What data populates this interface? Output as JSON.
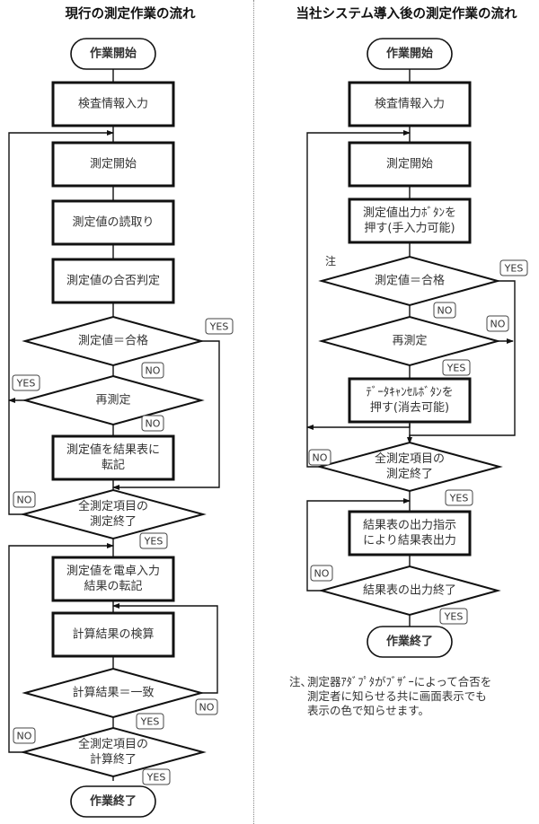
{
  "titles": {
    "left": "現行の測定作業の流れ",
    "right": "当社システム導入後の測定作業の流れ"
  },
  "left_flow": {
    "start": "作業開始",
    "input": "検査情報入力",
    "measure_start": "測定開始",
    "read_value": "測定値の読取り",
    "judge": "測定値の合否判定",
    "decision_pass": "測定値＝合格",
    "decision_remeasure": "再測定",
    "transcribe": [
      "測定値を結果表に",
      "転記"
    ],
    "decision_all_measured": [
      "全測定項目の",
      "測定終了"
    ],
    "calc_input": [
      "測定値を電卓入力",
      "結果の転記"
    ],
    "verify": "計算結果の検算",
    "decision_match": "計算結果＝一致",
    "decision_all_calc": [
      "全測定項目の",
      "計算終了"
    ],
    "end": "作業終了"
  },
  "right_flow": {
    "start": "作業開始",
    "input": "検査情報入力",
    "measure_start": "測定開始",
    "press_output": [
      "測定値出力ﾎﾞﾀﾝを",
      "押す(手入力可能)"
    ],
    "note_marker": "注",
    "decision_pass": "測定値＝合格",
    "decision_remeasure": "再測定",
    "press_cancel": [
      "ﾃﾞｰﾀｷｬﾝｾﾙﾎﾞﾀﾝを",
      "押す(消去可能)"
    ],
    "decision_all_measured": [
      "全測定項目の",
      "測定終了"
    ],
    "output_result": [
      "結果表の出力指示",
      "により結果表出力"
    ],
    "decision_output_done": "結果表の出力終了",
    "end": "作業終了"
  },
  "labels": {
    "yes": "YES",
    "no": "NO"
  },
  "note": {
    "prefix": "注、",
    "lines": [
      "測定器ｱﾀﾞﾌﾟﾀがﾌﾞｻﾞｰによって合否を",
      "測定者に知らせる共に画面表示でも",
      "表示の色で知らせます。"
    ]
  },
  "colors": {
    "line": "#111111",
    "text": "#333333",
    "divider": "#888888"
  }
}
